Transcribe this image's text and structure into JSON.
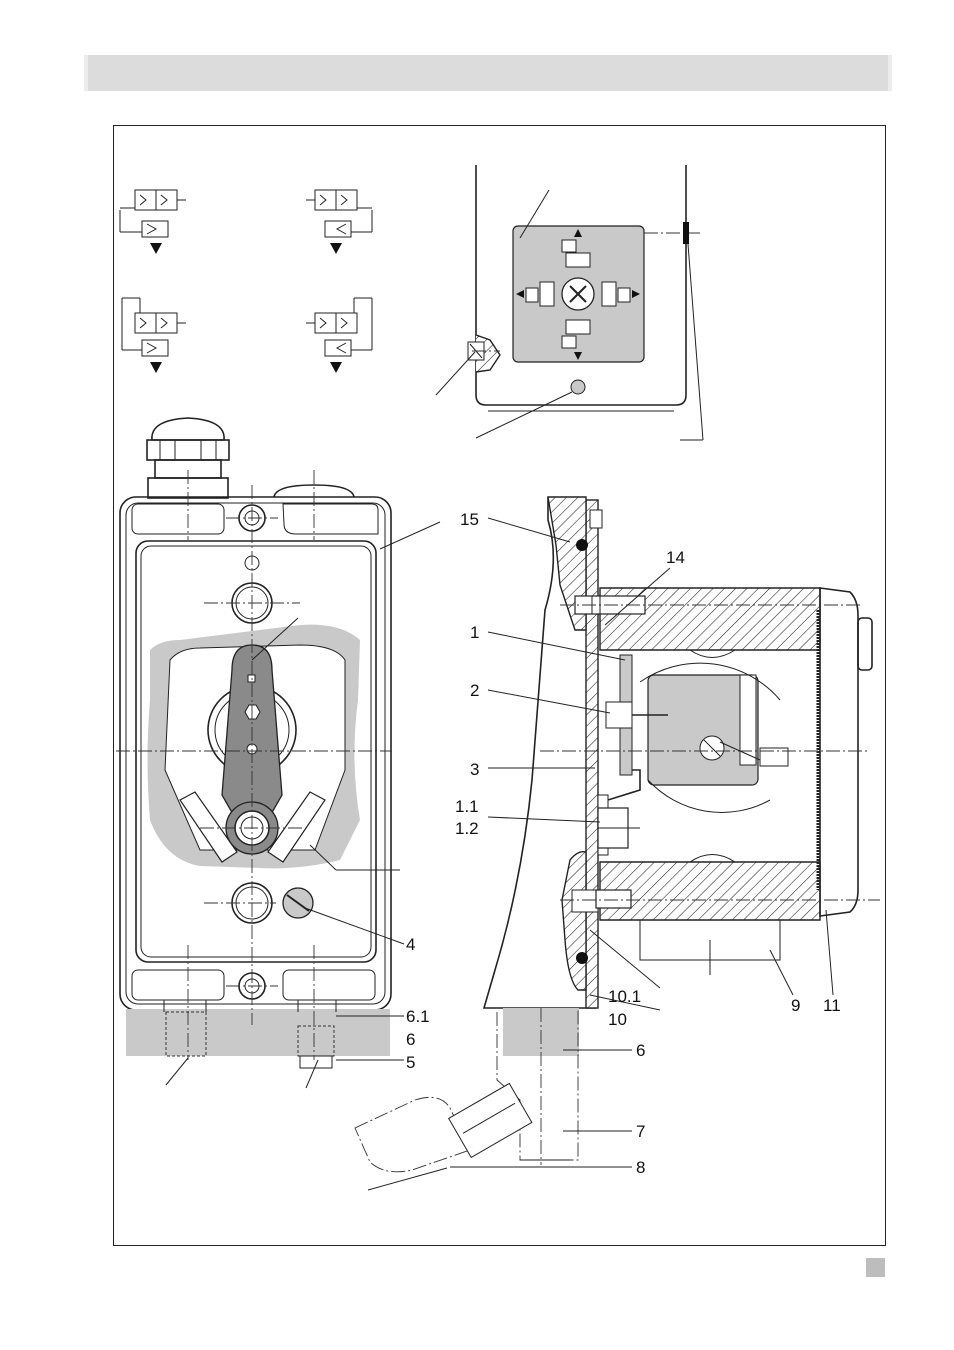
{
  "labels": {
    "l15": "15",
    "l14": "14",
    "l1": "1",
    "l2": "2",
    "l3": "3",
    "l1_1": "1.1",
    "l1_2": "1.2",
    "l4": "4",
    "l10_1": "10.1",
    "l10": "10",
    "l9": "9",
    "l11": "11",
    "l6_1": "6.1",
    "l6a": "6",
    "l5": "5",
    "l6b": "6",
    "l7": "7",
    "l8": "8"
  },
  "colors": {
    "header": "#dcdcdc",
    "component_fill": "#c9c9c9",
    "lever_fill": "#8a8a8a",
    "line": "#222222"
  }
}
